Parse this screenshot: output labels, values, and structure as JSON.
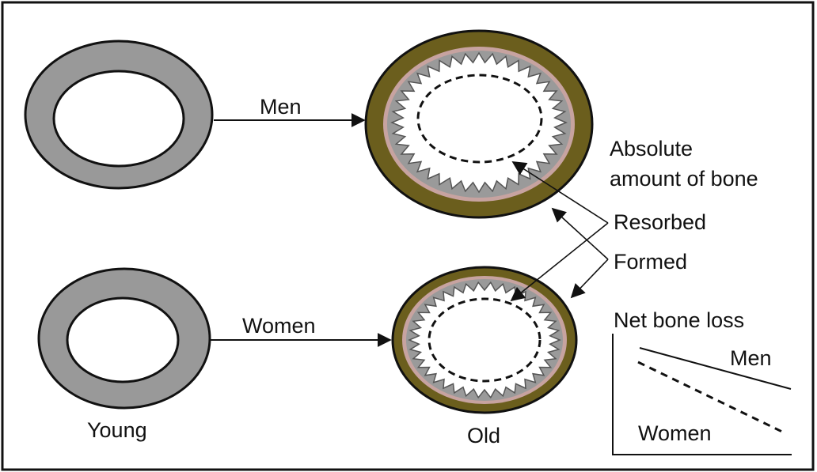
{
  "labels": {
    "men_arrow": "Men",
    "women_arrow": "Women",
    "young": "Young",
    "old": "Old",
    "absolute_line1": "Absolute",
    "absolute_line2": "amount of bone",
    "resorbed": "Resorbed",
    "formed": "Formed"
  },
  "inset": {
    "title": "Net bone loss",
    "men": "Men",
    "women": "Women"
  },
  "colors": {
    "young_bone": "#999999",
    "periosteal_formed": "#6b5e1d",
    "endosteal_band": "#c7a3a0",
    "cortex_old": "#9a9a9a",
    "outline": "#111111"
  }
}
